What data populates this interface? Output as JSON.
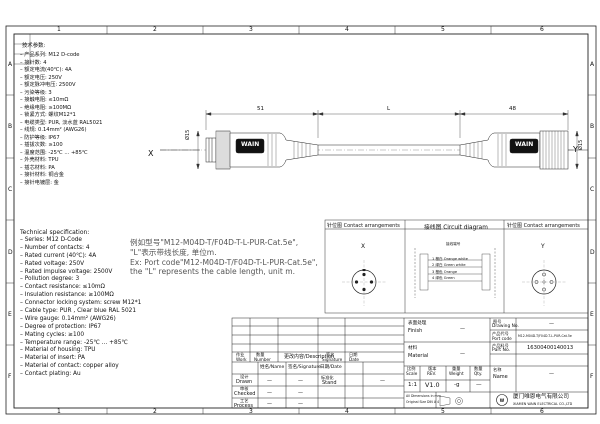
{
  "frame": {
    "col_numbers": [
      "1",
      "2",
      "3",
      "4",
      "5",
      "6"
    ],
    "row_letters": [
      "A",
      "B",
      "C",
      "D",
      "E",
      "F"
    ]
  },
  "tech_params_cn": {
    "title": "技术参数:",
    "items": [
      "产品系列: M12 D-code",
      "接针数: 4",
      "额定电流(40℃): 4A",
      "额定电压: 250V",
      "额定脉冲电压: 2500V",
      "污染等级: 3",
      "接触电阻: ≤10mΩ",
      "绝缘电阻: ≥100MΩ",
      "锁紧方式: 螺纹M12*1",
      "电缆类型:  PUR, 淡水蓝 RAL5021",
      "线规:  0.14mm² (AWG26)",
      "防护等级: IP67",
      "插拔次数: ≥100",
      "温度范围: -25℃ ... +85℃",
      "外壳材料: TPU",
      "插芯材料: PA",
      "接针材料: 铜合金",
      "接针电镀层: 金"
    ]
  },
  "tech_params_en": {
    "title": "Technical specification:",
    "items": [
      "Series: M12 D-Code",
      "Number of contacts: 4",
      "Rated current (40℃): 4A",
      "Rated voltage: 250V",
      "Rated impulse voltage: 2500V",
      "Pollution degree: 3",
      "Contact resistance: ≤10mΩ",
      "Insulation resistance: ≥100MΩ",
      "Connector locking system: screw M12*1",
      "Cable type: PUR , Clear blue RAL 5021",
      "Wire gauge: 0.14mm² (AWG26)",
      "Degree of protection: IP67",
      "Mating cycles: ≥100",
      "Temperature range: -25℃ ... +85℃",
      "Material of housing: TPU",
      "Material of insert: PA",
      "Material of contact: copper alloy",
      "Contact plating: Au"
    ]
  },
  "drawing": {
    "dim_left": "51",
    "dim_mid": "L",
    "dim_right": "48",
    "dia_left": "Ø15",
    "dia_right": "Ø15",
    "label_x": "X",
    "label_y": "Y",
    "brand_left": "WAIN",
    "brand_right": "WAIN"
  },
  "example": {
    "lines": [
      "例如型号\"M12-M04D-T/F04D-T-L-PUR-Cat.5e\",",
      "\"L\"表示带线长度, 单位m.",
      "Ex: Port code\"M12-M04D-T/F04D-T-L-PUR-Cat.5e\",",
      "the \"L\" represents the cable length, unit m."
    ]
  },
  "contact_left": {
    "header": "针位图  Contact arrangements",
    "label": "X"
  },
  "circuit": {
    "header": "接线图  Circuit diagram",
    "title": "接线端号",
    "wires": [
      "1 橙白 Orange white",
      "2 绿白 Green white",
      "3 橙色 Orange",
      "4 绿色 Green"
    ]
  },
  "contact_right": {
    "header": "针位图  Contact arrangements",
    "label": "Y"
  },
  "title_block": {
    "finish_cn": "表面处理",
    "finish_en": "Finish",
    "finish_val": "—",
    "material_cn": "材料",
    "material_en": "Material",
    "material_val": "—",
    "scale_cn": "比例",
    "scale_en": "Scale",
    "scale_val": "1:1",
    "rev_cn": "版本",
    "rev_en": "REV.",
    "rev_val": "V1.0",
    "weight_cn": "重量",
    "weight_en": "Weight",
    "weight_val": "-g",
    "qty_cn": "数量",
    "qty_en": "Qty.",
    "qty_val": "—",
    "drawing_no_cn": "图号",
    "drawing_no_en": "Drawing No.",
    "drawing_no_val": "—",
    "port_code_cn": "产品代号",
    "port_code_en": "Port code",
    "port_code_val": "M12-M04D-T/F04D-T-L-PUR-Cat.5e",
    "part_no_cn": "产品料号",
    "part_no_en": "Part No.",
    "part_no_val": "16300400140013",
    "name_cn": "名称",
    "name_en": "Name",
    "name_val": "—",
    "tolerance_1": "All Dimensions in mm",
    "tolerance_2": "Original Size DIN A 4",
    "company_cn": "厦门唯恩电气有限公司",
    "company_en": "XIAMEN WAIN ELECTRICAL CO.,LTD",
    "work_cn": "作业",
    "work_en": "Work",
    "number_cn": "数量",
    "number_en": "Number",
    "desc_cn": "更改内容",
    "desc_en": "Description",
    "sig_cn": "签名",
    "sig_en": "Signature",
    "date_cn": "日期",
    "date_en": "Date",
    "drawn_cn": "设计",
    "drawn_en": "Drawn",
    "checked_cn": "审核",
    "checked_en": "Checked",
    "process_cn": "工艺",
    "process_en": "Process",
    "name_col_cn": "姓名",
    "name_col_en": "Name",
    "stand_cn": "标准化",
    "stand_en": "Stand",
    "dash": "—"
  }
}
